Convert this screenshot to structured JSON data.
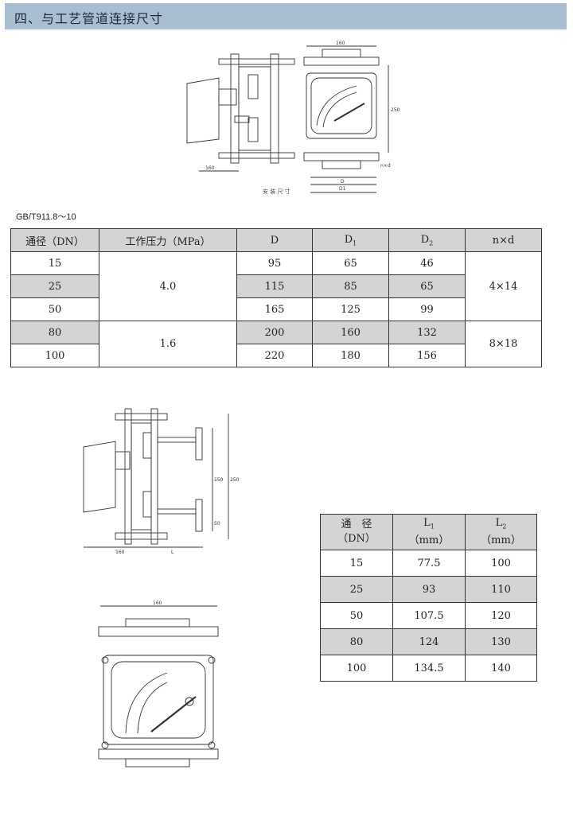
{
  "header": {
    "title": "四、与工艺管道连接尺寸"
  },
  "drawing_top": {
    "dim_160_left": "160",
    "dim_160_right": "160",
    "dim_250": "250",
    "dim_d": "D",
    "dim_d1": "D1",
    "dim_nd": "n×d",
    "caption": "安 装 尺 寸"
  },
  "standard_label": "GB/T911.8～10",
  "table1": {
    "headers": [
      "通径（DN）",
      "工作压力（MPa）",
      "D",
      "D1",
      "D2",
      "n×d"
    ],
    "rows": [
      {
        "dn": "15",
        "d": "95",
        "d1": "65",
        "d2": "46"
      },
      {
        "dn": "25",
        "d": "115",
        "d1": "85",
        "d2": "65"
      },
      {
        "dn": "50",
        "d": "165",
        "d1": "125",
        "d2": "99"
      },
      {
        "dn": "80",
        "d": "200",
        "d1": "160",
        "d2": "132"
      },
      {
        "dn": "100",
        "d": "220",
        "d1": "180",
        "d2": "156"
      }
    ],
    "pressure_group_1": "4.0",
    "pressure_group_2": "1.6",
    "nd_group_1": "4×14",
    "nd_group_2": "8×18"
  },
  "drawing_side": {
    "dim_150": "150",
    "dim_250": "250",
    "dim_50": "50",
    "dim_160": "160",
    "dim_l": "L"
  },
  "drawing_front": {
    "dim_160": "160"
  },
  "table2": {
    "header_dn_line1": "通　径",
    "header_dn_line2": "（DN）",
    "header_l1_line1": "L1",
    "header_l1_line2": "（mm）",
    "header_l2_line1": "L2",
    "header_l2_line2": "（mm）",
    "rows": [
      {
        "dn": "15",
        "l1": "77.5",
        "l2": "100"
      },
      {
        "dn": "25",
        "l1": "93",
        "l2": "110"
      },
      {
        "dn": "50",
        "l1": "107.5",
        "l2": "120"
      },
      {
        "dn": "80",
        "l1": "124",
        "l2": "130"
      },
      {
        "dn": "100",
        "l1": "134.5",
        "l2": "140"
      }
    ]
  }
}
